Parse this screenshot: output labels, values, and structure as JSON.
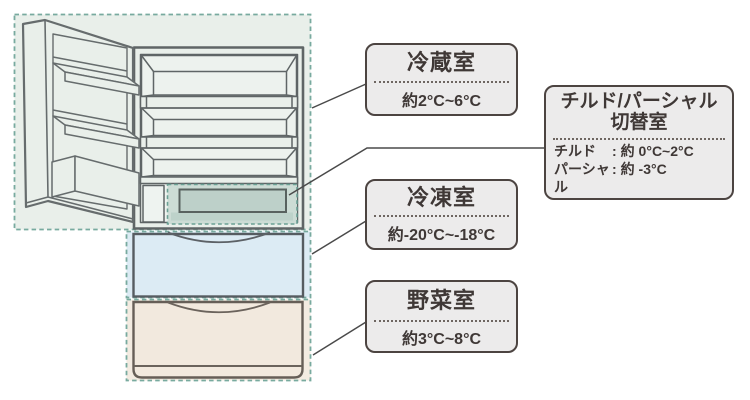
{
  "diagram": {
    "subject": "refrigerator-temperature-zones",
    "colors": {
      "zone_dash_teal": "#78aa9f",
      "fridge_zone_fill": "#e9efea",
      "freezer_zone_fill": "#dcebf4",
      "vegetable_zone_fill": "#f3ebe1",
      "chilled_highlight_fill": "#ccdcd5",
      "chilled_drawer_fill": "#bdd0c9",
      "illustration_line": "#5f6566",
      "connector_line": "#4a4a4a",
      "label_box_fill": "#ecebeb",
      "label_box_border": "#4c4441",
      "label_text": "#3f3836"
    }
  },
  "labels": {
    "fridge": {
      "title": "冷蔵室",
      "temp": "約2°C~6°C"
    },
    "freezer": {
      "title": "冷凍室",
      "temp": "約-20°C~-18°C"
    },
    "vegetable": {
      "title": "野菜室",
      "temp": "約3°C~8°C"
    },
    "switch_room": {
      "title_lines": [
        "チルド/パーシャル",
        "切替室"
      ],
      "colon": ":",
      "rows": [
        {
          "label": "チルド",
          "value": "約 0°C~2°C"
        },
        {
          "label": "パーシャル",
          "value": "約 -3°C"
        }
      ]
    }
  }
}
